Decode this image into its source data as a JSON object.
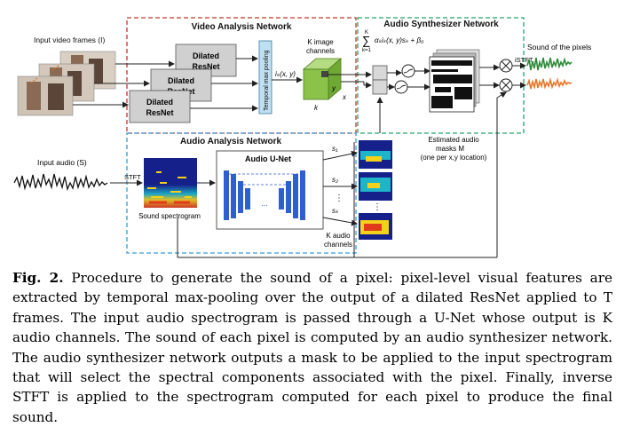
{
  "figure": {
    "video_network_title": "Video Analysis Network",
    "synth_network_title": "Audio Synthesizer Network",
    "audio_network_title": "Audio Analysis Network",
    "input_frames_label": "Input video frames (I)",
    "dilated_label": "Dilated",
    "resnet_label": "ResNet",
    "temporal_pool_label": "Temporal max pooling",
    "ik_label": "iₖ(x, y)",
    "k_image_channels_line1": "K image",
    "k_image_channels_line2": "channels",
    "cube_y": "y",
    "cube_x": "x",
    "cube_k": "k",
    "formula_sum_top": "K",
    "formula_sum_bottom": "k=1",
    "formula_body": "αₖiₖ(x, y)sₖ + β₀",
    "sound_of_pixels": "Sound of the pixels",
    "istft_top": "iSTFT",
    "estimated_line1": "Estimated audio",
    "estimated_line2": "masks M",
    "estimated_line3": "(one per x,y location)",
    "input_audio_label": "Input audio (S)",
    "stft_label": "STFT",
    "spectrogram_label": "Sound spectrogram",
    "unet_label": "Audio U-Net",
    "s1": "s₁",
    "s2": "s₂",
    "sk": "sₖ",
    "k_audio_line1": "K audio",
    "k_audio_line2": "channels",
    "unet_dots": "...",
    "vdots": "⋮"
  },
  "colors": {
    "video_box": "#c0392b",
    "synth_box": "#27a36b",
    "audio_box": "#3a9ad9",
    "cube_green": "#8bc34a",
    "unet_blue": "#2e5fcf",
    "wave_green": "#2e8b3a",
    "wave_orange": "#e8762b"
  },
  "caption": {
    "label": "Fig. 2.",
    "text": " Procedure to generate the sound of a pixel: pixel-level visual features are extracted by temporal max-pooling over the output of a dilated ResNet applied to T frames. The input audio spectrogram is passed through a U-Net whose output is K audio channels. The sound of each pixel is computed by an audio synthesizer network. The audio synthesizer network outputs a mask to be applied to the input spectrogram that will select the spectral components associated with the pixel. Finally, inverse STFT is applied to the spectrogram computed for each pixel to produce the final sound."
  }
}
